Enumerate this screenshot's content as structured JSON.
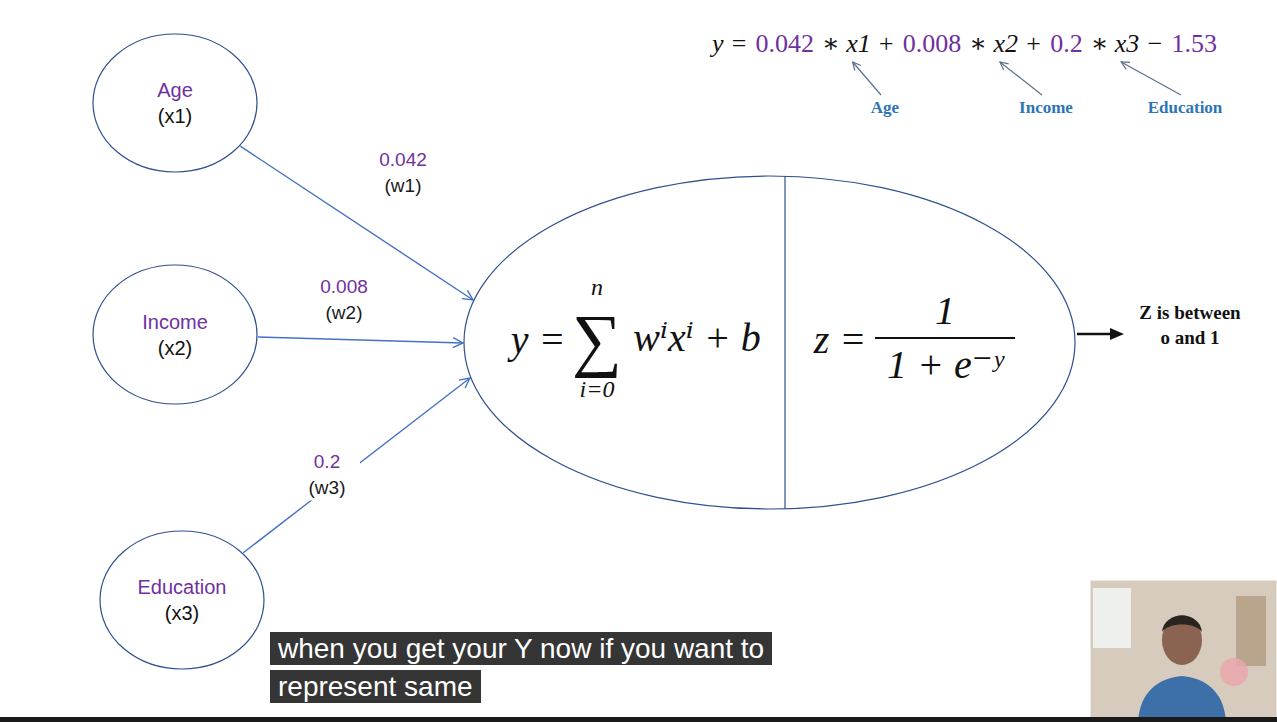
{
  "diagram": {
    "nodes": [
      {
        "text": [
          "Age",
          "(x1)"
        ]
      },
      {
        "text": [
          "Income",
          "(x2)"
        ]
      },
      {
        "text": [
          "Education",
          "(x3)"
        ]
      },
      {
        "text": [
          "y =",
          "n",
          "∑",
          "i=0",
          "wⁱxⁱ + b",
          "z =",
          "1",
          "1 + e⁻ʸ"
        ]
      }
    ],
    "edges": [
      {
        "from": 0,
        "to": 3,
        "arrow": "to",
        "label": "0.042 (w1)"
      },
      {
        "from": 1,
        "to": 3,
        "arrow": "to",
        "label": "0.008 (w2)"
      },
      {
        "from": 2,
        "to": 3,
        "arrow": "to",
        "label": "0.2 (w3)"
      }
    ],
    "labels": [
      "y =",
      "0.042",
      "∗ x1 +",
      "0.008",
      "∗ x2 +",
      "0.2",
      "∗ x3 −",
      "1.53",
      "Age",
      "Income",
      "Education",
      "Z is between o and 1",
      "when you get your Y now if you want to represent same"
    ]
  }
}
